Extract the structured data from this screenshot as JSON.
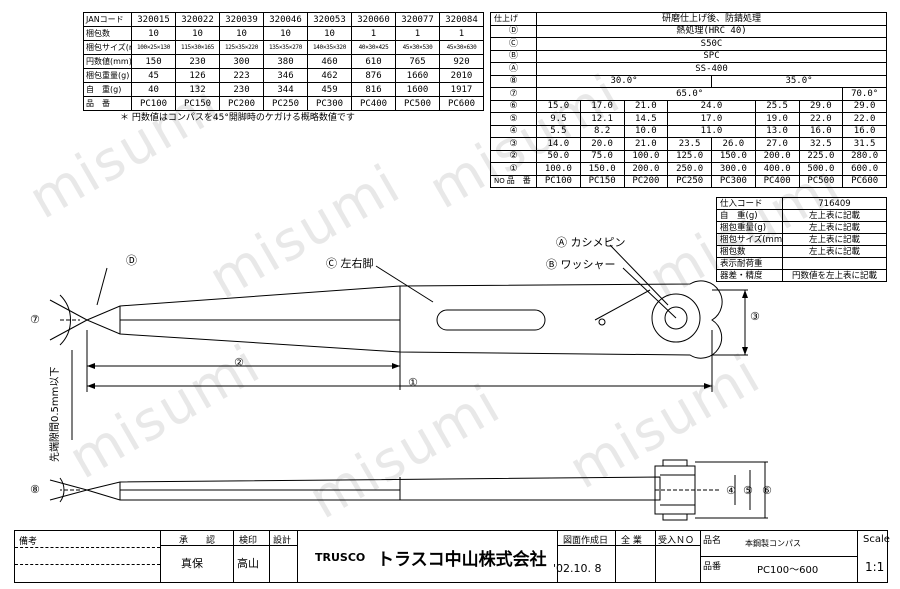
{
  "watermark": "misumi",
  "left_table": {
    "header_label": "JANコード",
    "rows": [
      {
        "label": "JANコード",
        "values": [
          "320015",
          "320022",
          "320039",
          "320046",
          "320053",
          "320060",
          "320077",
          "320084"
        ]
      },
      {
        "label": "梱包数",
        "values": [
          "10",
          "10",
          "10",
          "10",
          "10",
          "1",
          "1",
          "1"
        ]
      },
      {
        "label": "梱包サイズ(mm)",
        "values": [
          "100×25×130",
          "115×30×165",
          "125×35×220",
          "135×35×270",
          "140×35×320",
          "40×30×425",
          "45×30×530",
          "45×30×630"
        ]
      },
      {
        "label": "円数値(mm)",
        "values": [
          "150",
          "230",
          "300",
          "380",
          "460",
          "610",
          "765",
          "920"
        ]
      },
      {
        "label": "梱包重量(g)",
        "values": [
          "45",
          "126",
          "223",
          "346",
          "462",
          "876",
          "1660",
          "2010"
        ]
      },
      {
        "label": "自　重(g)",
        "values": [
          "40",
          "132",
          "230",
          "344",
          "459",
          "816",
          "1600",
          "1917"
        ]
      },
      {
        "label": "品　番",
        "values": [
          "PC100",
          "PC150",
          "PC200",
          "PC250",
          "PC300",
          "PC400",
          "PC500",
          "PC600"
        ]
      }
    ]
  },
  "note": "＊ 円数値はコンパスを45°開脚時のケガける概略数値です",
  "right_table": {
    "finish_label": "仕上げ",
    "finish_value": "研磨仕上げ後、防錆処理",
    "rows_merged": [
      {
        "sym": "Ⓓ",
        "value": "熱処理(HRC 40)"
      },
      {
        "sym": "Ⓒ",
        "value": "S50C"
      },
      {
        "sym": "Ⓑ",
        "value": "SPC"
      },
      {
        "sym": "Ⓐ",
        "value": "SS-400"
      }
    ],
    "row_8": {
      "sym": "⑧",
      "a": "30.0°",
      "b": "35.0°"
    },
    "row_7": {
      "sym": "⑦",
      "a": "65.0°",
      "b": "70.0°"
    },
    "rows": [
      {
        "sym": "⑥",
        "values": [
          "15.0",
          "17.0",
          "21.0",
          "24.0",
          "25.5",
          "29.0",
          "29.0"
        ]
      },
      {
        "sym": "⑤",
        "values": [
          "9.5",
          "12.1",
          "14.5",
          "17.0",
          "19.0",
          "22.0",
          "22.0"
        ]
      },
      {
        "sym": "④",
        "values": [
          "5.5",
          "8.2",
          "10.0",
          "11.0",
          "13.0",
          "16.0",
          "16.0"
        ]
      },
      {
        "sym": "③",
        "values": [
          "14.0",
          "20.0",
          "21.0",
          "23.5",
          "26.0",
          "27.0",
          "32.5",
          "31.5"
        ]
      },
      {
        "sym": "②",
        "values": [
          "50.0",
          "75.0",
          "100.0",
          "125.0",
          "150.0",
          "200.0",
          "225.0",
          "280.0"
        ]
      },
      {
        "sym": "①",
        "values": [
          "100.0",
          "150.0",
          "200.0",
          "250.0",
          "300.0",
          "400.0",
          "500.0",
          "600.0"
        ]
      }
    ],
    "no_label": "NO",
    "part_label": "品　番",
    "part_numbers": [
      "PC100",
      "PC150",
      "PC200",
      "PC250",
      "PC300",
      "PC400",
      "PC500",
      "PC600"
    ]
  },
  "spec_table": {
    "rows": [
      {
        "label": "仕入コード",
        "value": "716409"
      },
      {
        "label": "自　重(g)",
        "value": "左上表に記載"
      },
      {
        "label": "梱包重量(g)",
        "value": "左上表に記載"
      },
      {
        "label": "梱包サイズ(mm)",
        "value": "左上表に記載"
      },
      {
        "label": "梱包数",
        "value": "左上表に記載"
      },
      {
        "label": "表示耐荷重",
        "value": ""
      },
      {
        "label": "器差・精度",
        "value": "円数値を左上表に記載"
      }
    ]
  },
  "drawing": {
    "callout_a": "Ⓐ カシメピン",
    "callout_b": "Ⓑ ワッシャー",
    "callout_c": "Ⓒ 左右脚",
    "callout_d": "Ⓓ",
    "dim_1": "①",
    "dim_2": "②",
    "dim_3": "③",
    "dim_4": "④",
    "dim_5": "⑤",
    "dim_6": "⑥",
    "dim_7": "⑦",
    "dim_8": "⑧",
    "tip_note": "先端隙間0.5mm以下"
  },
  "title_block": {
    "bikou": "備考",
    "shounin": "承　　認",
    "kenin": "検印",
    "sekkei": "設計",
    "approver": "真保",
    "inspector": "高山",
    "company_logo": "TRUSCO",
    "company_name": "トラスコ中山株式会社",
    "drawing_date_label": "図面作成日",
    "drawing_date": "'02.10. 8",
    "zenkan": "全 業",
    "ukeire": "受入ＮＯ",
    "product_name_label": "品名",
    "product_name": "本鋼製コンパス",
    "part_no_label": "品番",
    "part_no": "PC100～600",
    "scale_label": "Scale",
    "scale": "1:1"
  }
}
